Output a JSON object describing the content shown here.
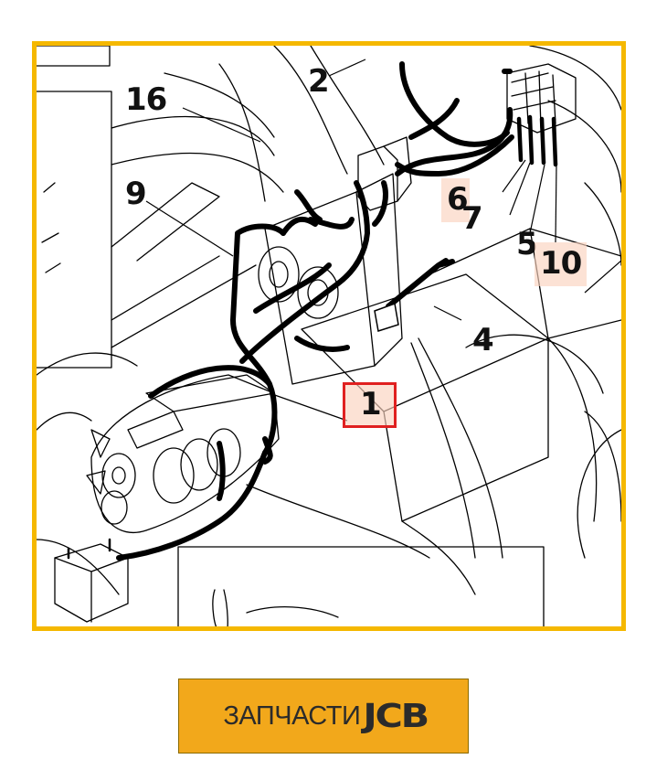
{
  "callouts": {
    "c1": "1",
    "c2": "2",
    "c4": "4",
    "c5": "5",
    "c6": "6",
    "c7": "7",
    "c9": "9",
    "c10": "10",
    "c16": "16"
  },
  "brand": {
    "text": "ЗАПЧАСТИ",
    "logo": "JCB"
  },
  "colors": {
    "frame_border": "#f5b800",
    "highlight_fill": "#fad2be",
    "selected_border": "#e02020",
    "badge_background": "#f2a81b"
  }
}
